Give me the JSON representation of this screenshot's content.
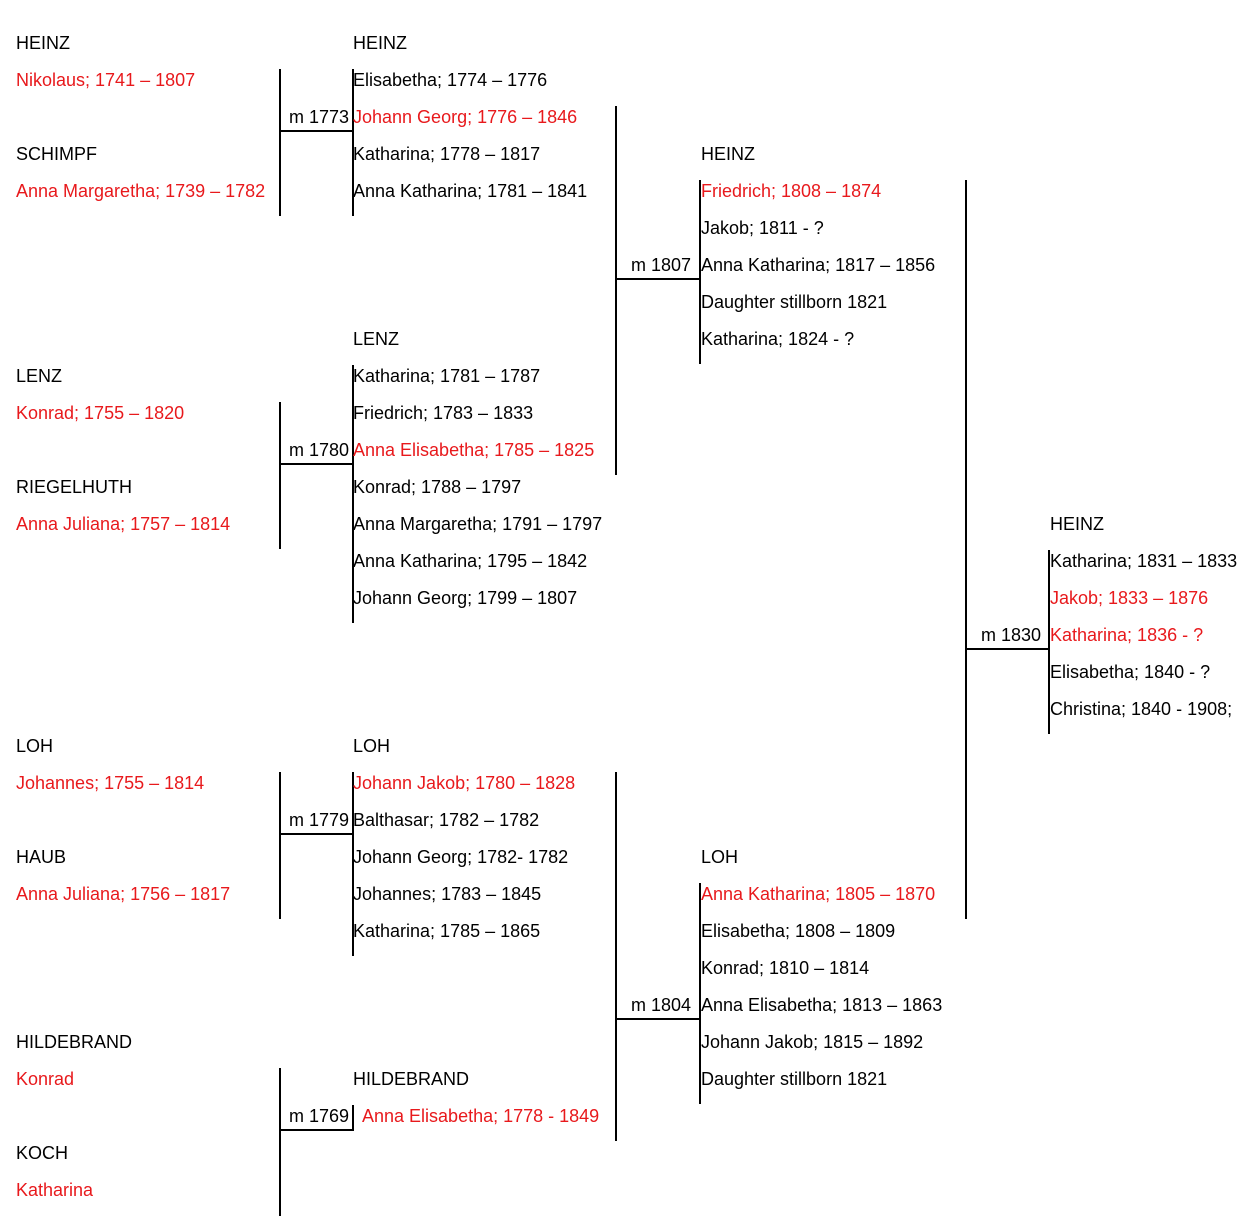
{
  "colors": {
    "ancestor": "#e8191c",
    "sibling": "#000000",
    "lines": "#000000"
  },
  "couples": [
    {
      "id": "heinz-schimpf",
      "husband": {
        "surname": "HEINZ",
        "name": "Nikolaus; 1741 – 1807"
      },
      "wife": {
        "surname": "SCHIMPF",
        "name": "Anna Margaretha; 1739 – 1782"
      },
      "marriage": "m 1773",
      "children_surname": "HEINZ",
      "children": [
        {
          "name": "Elisabetha; 1774 – 1776",
          "ancestor": false
        },
        {
          "name": "Johann Georg; 1776 – 1846",
          "ancestor": true
        },
        {
          "name": "Katharina; 1778 – 1817",
          "ancestor": false
        },
        {
          "name": "Anna Katharina; 1781 – 1841",
          "ancestor": false
        }
      ]
    },
    {
      "id": "lenz-riegelhuth",
      "husband": {
        "surname": "LENZ",
        "name": "Konrad; 1755 – 1820"
      },
      "wife": {
        "surname": "RIEGELHUTH",
        "name": "Anna Juliana; 1757 – 1814"
      },
      "marriage": "m 1780",
      "children_surname": "LENZ",
      "children": [
        {
          "name": "Katharina; 1781 – 1787",
          "ancestor": false
        },
        {
          "name": "Friedrich; 1783 – 1833",
          "ancestor": false
        },
        {
          "name": "Anna Elisabetha; 1785 – 1825",
          "ancestor": true
        },
        {
          "name": "Konrad; 1788 – 1797",
          "ancestor": false
        },
        {
          "name": "Anna Margaretha; 1791 – 1797",
          "ancestor": false
        },
        {
          "name": "Anna Katharina; 1795 – 1842",
          "ancestor": false
        },
        {
          "name": "Johann Georg; 1799 – 1807",
          "ancestor": false
        }
      ]
    },
    {
      "id": "loh-haub",
      "husband": {
        "surname": "LOH",
        "name": "Johannes; 1755 – 1814"
      },
      "wife": {
        "surname": "HAUB",
        "name": "Anna Juliana; 1756 – 1817"
      },
      "marriage": "m 1779",
      "children_surname": "LOH",
      "children": [
        {
          "name": "Johann Jakob; 1780 – 1828",
          "ancestor": true
        },
        {
          "name": "Balthasar; 1782 – 1782",
          "ancestor": false
        },
        {
          "name": "Johann Georg; 1782- 1782",
          "ancestor": false
        },
        {
          "name": "Johannes; 1783 – 1845",
          "ancestor": false
        },
        {
          "name": "Katharina; 1785 – 1865",
          "ancestor": false
        }
      ]
    },
    {
      "id": "hildebrand-koch",
      "husband": {
        "surname": "HILDEBRAND",
        "name": "Konrad"
      },
      "wife": {
        "surname": "KOCH",
        "name": "Katharina"
      },
      "marriage": "m 1769",
      "children_surname": "HILDEBRAND",
      "children": [
        {
          "name": "Anna Elisabetha; 1778 - 1849",
          "ancestor": true
        }
      ]
    },
    {
      "id": "heinz-lenz",
      "marriage": "m 1807",
      "children_surname": "HEINZ",
      "children": [
        {
          "name": "Friedrich; 1808 – 1874",
          "ancestor": true
        },
        {
          "name": "Jakob; 1811 - ?",
          "ancestor": false
        },
        {
          "name": "Anna Katharina; 1817 – 1856",
          "ancestor": false
        },
        {
          "name": "Daughter stillborn 1821",
          "ancestor": false
        },
        {
          "name": "Katharina; 1824 - ?",
          "ancestor": false
        }
      ]
    },
    {
      "id": "loh-hildebrand",
      "marriage": "m 1804",
      "children_surname": "LOH",
      "children": [
        {
          "name": "Anna Katharina; 1805 – 1870",
          "ancestor": true
        },
        {
          "name": "Elisabetha; 1808 – 1809",
          "ancestor": false
        },
        {
          "name": "Konrad; 1810 – 1814",
          "ancestor": false
        },
        {
          "name": "Anna Elisabetha; 1813 – 1863",
          "ancestor": false
        },
        {
          "name": "Johann Jakob; 1815 – 1892",
          "ancestor": false
        },
        {
          "name": "Daughter stillborn 1821",
          "ancestor": false
        }
      ]
    },
    {
      "id": "heinz-loh",
      "marriage": "m 1830",
      "children_surname": "HEINZ",
      "children": [
        {
          "name": "Katharina; 1831 – 1833",
          "ancestor": false
        },
        {
          "name": "Jakob; 1833 – 1876",
          "ancestor": true
        },
        {
          "name": "Katharina; 1836 - ?",
          "ancestor": true
        },
        {
          "name": "Elisabetha; 1840 - ?",
          "ancestor": false
        },
        {
          "name": "Christina; 1840 - 1908;",
          "ancestor": false
        }
      ]
    }
  ]
}
